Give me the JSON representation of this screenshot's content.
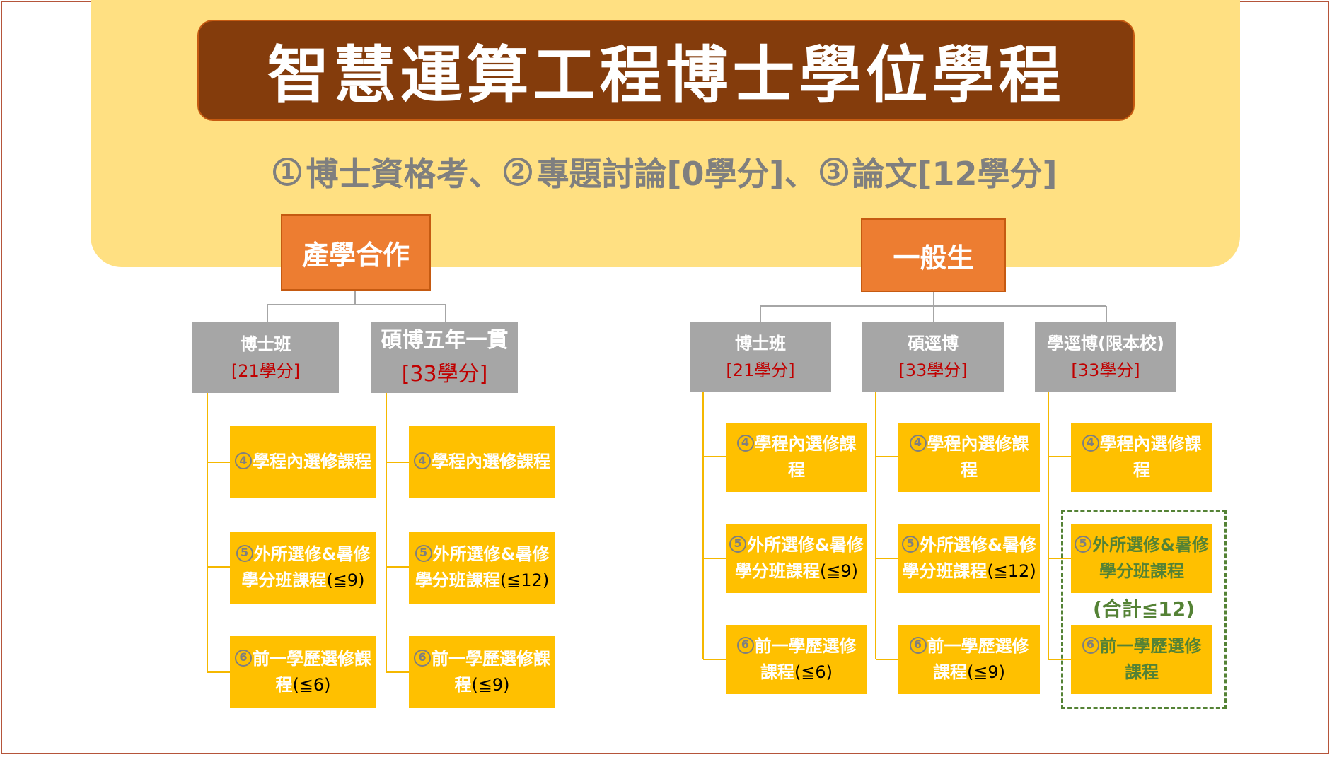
{
  "title": "智慧運算工程博士學位學程",
  "requirements": [
    {
      "num": "1",
      "text": "博士資格考、"
    },
    {
      "num": "2",
      "text": "專題討論[0學分]、"
    },
    {
      "num": "3",
      "text": "論文[12學分]"
    }
  ],
  "colors": {
    "title_bg": "#843c0c",
    "banner_bg": "#ffe082",
    "category": "#ed7d31",
    "track": "#a6a6a6",
    "course": "#ffc000",
    "credit": "#c00000",
    "connector_gold": "#f5b800",
    "connector_gray": "#a6a6a6",
    "group_green": "#548235"
  },
  "categories": {
    "industry": {
      "label": "產學合作",
      "tracks": [
        {
          "label": "博士班",
          "credit": "[21學分]",
          "courses": [
            {
              "num": "4",
              "text": "學程內選修課程",
              "limit": ""
            },
            {
              "num": "5",
              "text": "外所選修&暑修學分班課程",
              "limit": "(≦9)"
            },
            {
              "num": "6",
              "text": "前一學歷選修課程",
              "limit": "(≦6)"
            }
          ]
        },
        {
          "label": "碩博五年一貫",
          "credit": "[33學分]",
          "courses": [
            {
              "num": "4",
              "text": "學程內選修課程",
              "limit": ""
            },
            {
              "num": "5",
              "text": "外所選修&暑修學分班課程",
              "limit": "(≦12)"
            },
            {
              "num": "6",
              "text": "前一學歷選修課程",
              "limit": "(≦9)"
            }
          ]
        }
      ]
    },
    "general": {
      "label": "一般生",
      "tracks": [
        {
          "label": "博士班",
          "credit": "[21學分]",
          "courses": [
            {
              "num": "4",
              "text": "學程內選修課程",
              "limit": ""
            },
            {
              "num": "5",
              "text": "外所選修&暑修學分班課程",
              "limit": "(≦9)"
            },
            {
              "num": "6",
              "text": "前一學歷選修課程",
              "limit": "(≦6)"
            }
          ]
        },
        {
          "label": "碩逕博",
          "credit": "[33學分]",
          "courses": [
            {
              "num": "4",
              "text": "學程內選修課程",
              "limit": ""
            },
            {
              "num": "5",
              "text": "外所選修&暑修學分班課程",
              "limit": "(≦12)"
            },
            {
              "num": "6",
              "text": "前一學歷選修課程",
              "limit": "(≦9)"
            }
          ]
        },
        {
          "label": "學逕博(限本校)",
          "credit": "[33學分]",
          "courses": [
            {
              "num": "4",
              "text": "學程內選修課程",
              "limit": ""
            },
            {
              "num": "5",
              "text": "外所選修&暑修學分班課程",
              "limit": ""
            },
            {
              "num": "6",
              "text": "前一學歷選修課程",
              "limit": ""
            }
          ],
          "combined_limit": "(合計≦12)"
        }
      ]
    }
  }
}
